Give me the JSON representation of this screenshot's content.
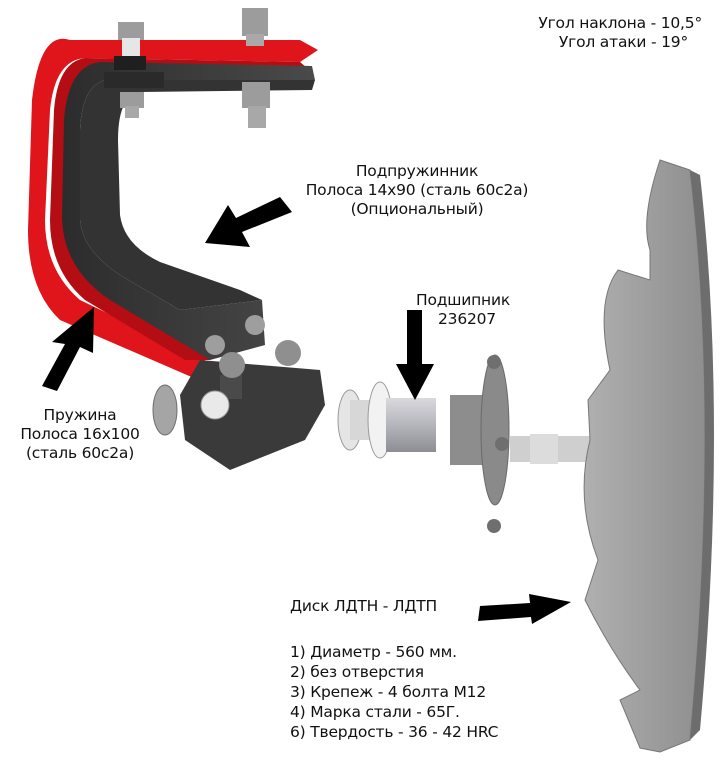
{
  "angles": {
    "tilt": "Угол наклона - 10,5°",
    "attack": "Угол атаки - 19°"
  },
  "secondary_spring": {
    "title": "Подпружинник",
    "strip": "Полоса 14x90 (сталь 60с2а)",
    "note": "(Опциональный)"
  },
  "bearing": {
    "title": "Подшипник",
    "model": "236207"
  },
  "spring": {
    "title": "Пружина",
    "strip": "Полоса 16x100",
    "steel": "(сталь 60с2а)"
  },
  "disc": {
    "title": "Диск ЛДТН - ЛДТП",
    "specs": [
      "1) Диаметр - 560 мм.",
      "2) без отверстия",
      "3) Крепеж - 4 болта М12",
      "4) Марка стали - 65Г.",
      "6) Твердость - 36 - 42 HRC"
    ]
  },
  "colors": {
    "frame_red": "#e0141b",
    "frame_dark": "#3a3a3a",
    "steel_gray": "#9a9a9a",
    "disc_gray": "#a3a3a3",
    "arrow": "#000000"
  }
}
